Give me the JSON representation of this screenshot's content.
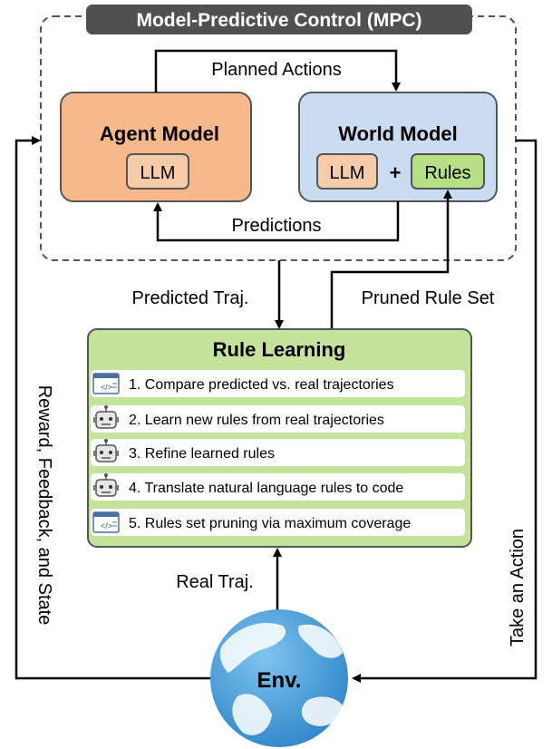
{
  "mpc": {
    "title": "Model-Predictive Control (MPC)"
  },
  "agent_model": {
    "title": "Agent Model",
    "component": "LLM"
  },
  "world_model": {
    "title": "World Model",
    "component_llm": "LLM",
    "plus": "+",
    "component_rules": "Rules"
  },
  "edges": {
    "planned_actions": "Planned Actions",
    "predictions": "Predictions",
    "predicted_traj": "Predicted Traj.",
    "pruned_rule_set": "Pruned Rule Set",
    "real_traj": "Real Traj.",
    "reward_feedback_state": "Reward, Feedback, and State",
    "take_action": "Take an Action"
  },
  "rule_learning": {
    "title": "Rule Learning",
    "steps": [
      {
        "text": "1. Compare predicted vs. real trajectories",
        "icon": "code-window-icon"
      },
      {
        "text": "2. Learn new rules from real trajectories",
        "icon": "robot-icon"
      },
      {
        "text": "3. Refine learned rules",
        "icon": "robot-icon"
      },
      {
        "text": "4. Translate natural language rules to code",
        "icon": "robot-icon"
      },
      {
        "text": "5. Rules set pruning via maximum coverage",
        "icon": "code-window-icon"
      }
    ]
  },
  "env": {
    "label": "Env."
  },
  "colors": {
    "agent_fill": "#f7b98a",
    "world_fill": "#c9dcf1",
    "rules_fill": "#b6df86",
    "rule_learning_fill": "#c6e39b",
    "mpc_title_bg": "#505050",
    "line": "#000000",
    "dashed": "#555555"
  }
}
